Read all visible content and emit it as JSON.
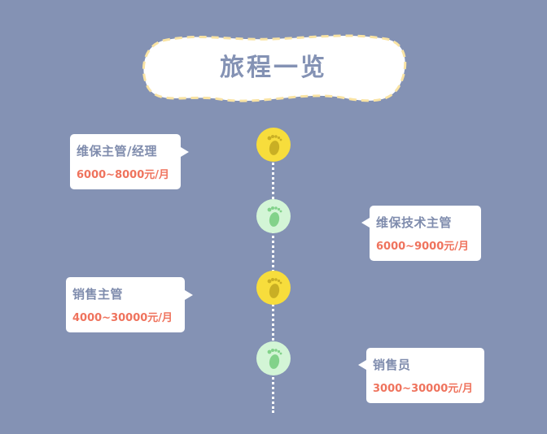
{
  "header": {
    "title": "旅程一览"
  },
  "colors": {
    "background": "#8492b4",
    "title_text": "#8492b4",
    "cloud_border": "#f9e3a3",
    "node_yellow": "#f7dd3c",
    "node_green": "#d3f5d6",
    "foot_yellow": "#c9af24",
    "foot_green": "#82d28a",
    "job_text": "#7f8cad",
    "salary_text": "#ef735d"
  },
  "timeline": {
    "items": [
      {
        "job": "维保主管/经理",
        "salary": "6000~8000元/月",
        "node_icon": "footprint-icon",
        "node_color": "yellow"
      },
      {
        "job": "维保技术主管",
        "salary": "6000~9000元/月",
        "node_icon": "footprint-icon",
        "node_color": "green"
      },
      {
        "job": "销售主管",
        "salary": "4000~30000元/月",
        "node_icon": "footprint-icon",
        "node_color": "yellow"
      },
      {
        "job": "销售员",
        "salary": "3000~30000元/月",
        "node_icon": "footprint-icon",
        "node_color": "green"
      }
    ]
  }
}
